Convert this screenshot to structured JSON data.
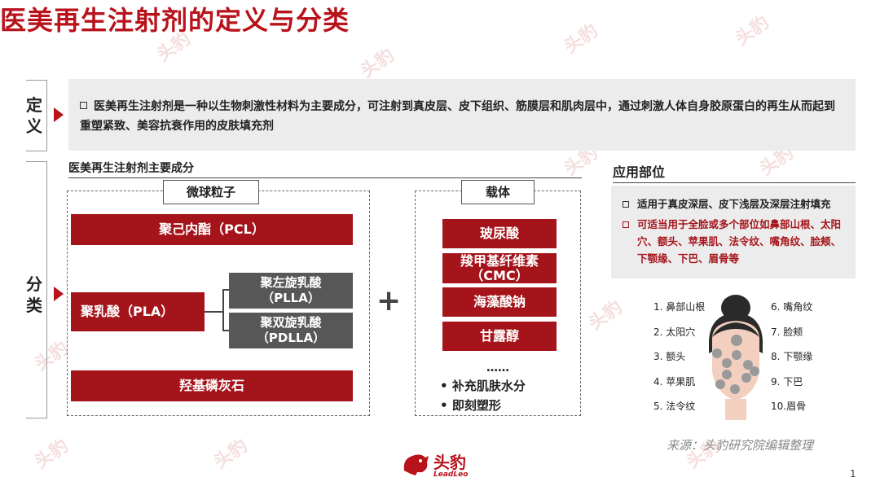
{
  "title": "医美再生注射剂的定义与分类",
  "watermark": "头豹",
  "sides": {
    "definition": "定义",
    "classification": "分类"
  },
  "definition": "医美再生注射剂是一种以生物刺激性材料为主要成分，可注射到真皮层、皮下组织、筋膜层和肌肉层中，通过刺激人体自身胶原蛋白的再生从而起到重塑紧致、美容抗衰作用的皮肤填充剂",
  "ingredients": {
    "section_title": "医美再生注射剂主要成分",
    "microsphere": {
      "label": "微球粒子",
      "pcl": "聚己内酯（PCL）",
      "pla": "聚乳酸（PLA）",
      "plla": "聚左旋乳酸\n（PLLA）",
      "pdlla": "聚双旋乳酸\n（PDLLA）",
      "ha_ca": "羟基磷灰石"
    },
    "plus": "+",
    "carrier": {
      "label": "载体",
      "items": [
        "玻尿酸",
        "羧甲基纤维素\n（CMC）",
        "海藻酸钠",
        "甘露醇"
      ],
      "ellipsis": "……",
      "bullets": [
        "补充肌肤水分",
        "即刻塑形"
      ]
    }
  },
  "application": {
    "section_title": "应用部位",
    "items": [
      "适用于真皮深层、皮下浅层及深层注射填充",
      "可适当用于全脸或多个部位如鼻部山根、太阳穴、额头、苹果肌、法令纹、嘴角纹、脸颊、下颚缘、下巴、眉骨等"
    ],
    "face_list_left": [
      "1.  鼻部山根",
      "2.  太阳穴",
      "3.  额头",
      "4.  苹果肌",
      "5.  法令纹"
    ],
    "face_list_right": [
      "6.  嘴角纹",
      "7.  脸颊",
      "8.  下颚缘",
      "9.  下巴",
      "10.眉骨"
    ]
  },
  "logo": {
    "cn": "头豹",
    "en": "LeadLeo"
  },
  "source": "来源：头豹研究院编辑整理",
  "page_number": "1",
  "colors": {
    "brand_red": "#b8121b",
    "bar_red": "#a5141b",
    "bar_gray": "#575757"
  }
}
